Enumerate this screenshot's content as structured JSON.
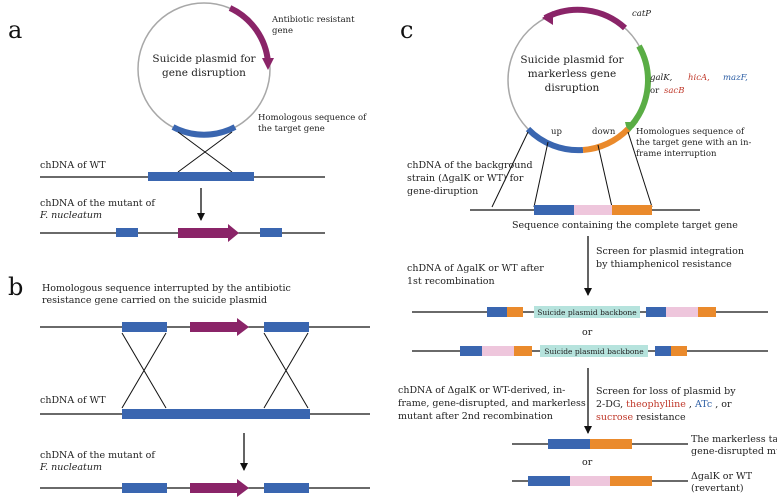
{
  "panels": {
    "a": "a",
    "b": "b",
    "c": "c"
  },
  "panel_a": {
    "plasmid_title": [
      "Suicide plasmid for",
      "gene disruption"
    ],
    "antibiotic_label": [
      "Antibiotic resistant",
      "gene"
    ],
    "homologous_label": [
      "Homologous sequence of",
      "the target gene"
    ],
    "wt_label": "chDNA of WT",
    "mutant_label_1": "chDNA of the mutant of",
    "mutant_label_2": "F. nucleatum"
  },
  "panel_b": {
    "caption": [
      "Homologous sequence interrupted by the antibiotic",
      "resistance gene carried on the suicide plasmid"
    ],
    "wt_label": "chDNA of WT",
    "mutant_label_1": "chDNA of the mutant of",
    "mutant_label_2": "F. nucleatum"
  },
  "panel_c": {
    "plasmid_title": [
      "Suicide plasmid for",
      "markerless gene",
      "disruption"
    ],
    "catp": "catP",
    "marker_line1": {
      "galk": "galK,",
      "hica": "hicA,",
      "mazf": "mazF,"
    },
    "marker_line2": {
      "or": "or",
      "sacb": "sacB"
    },
    "up": "up",
    "down": "down",
    "homologues_label": [
      "Homologues sequence of",
      "the target gene with an in-",
      "frame interruption"
    ],
    "background_label": [
      "chDNA of the background",
      "strain (ΔgalK or WT) for",
      "gene-diruption"
    ],
    "complete_seq": "Sequence containing the complete  target gene",
    "screen1": [
      "Screen for plasmid integration",
      "by thiamphenicol resistance"
    ],
    "first_rec": [
      "chDNA of ΔgalK or WT after",
      "1st  recombination"
    ],
    "backbone": "Suicide plasmid backbone",
    "or": "or",
    "second_rec": [
      "chDNA of ΔgalK or WT-derived, in-",
      "frame, gene-disrupted, and markerless",
      "mutant after 2nd recombination"
    ],
    "screen2_line1": "Screen for loss of plasmid by",
    "screen2_line2": {
      "prefix": "2-DG, ",
      "theo": "theophylline",
      "comma1": ", ",
      "atc": "ATc",
      "comma2": ", or"
    },
    "screen2_line3": {
      "sucrose": "sucrose",
      "suffix": " resistance"
    },
    "markerless_label": [
      "The markerless target",
      "gene-disrupted mutant"
    ],
    "revertant_label": [
      "ΔgalK or WT",
      "(revertant)"
    ]
  },
  "colors": {
    "blue": "#3a66b0",
    "purple": "#8a2468",
    "orange": "#ea8a2c",
    "pink": "#eec6dc",
    "green": "#5aad45",
    "teal": "#b6e3dd",
    "red_text": "#c0392b",
    "blue_text": "#2e5fa5"
  }
}
